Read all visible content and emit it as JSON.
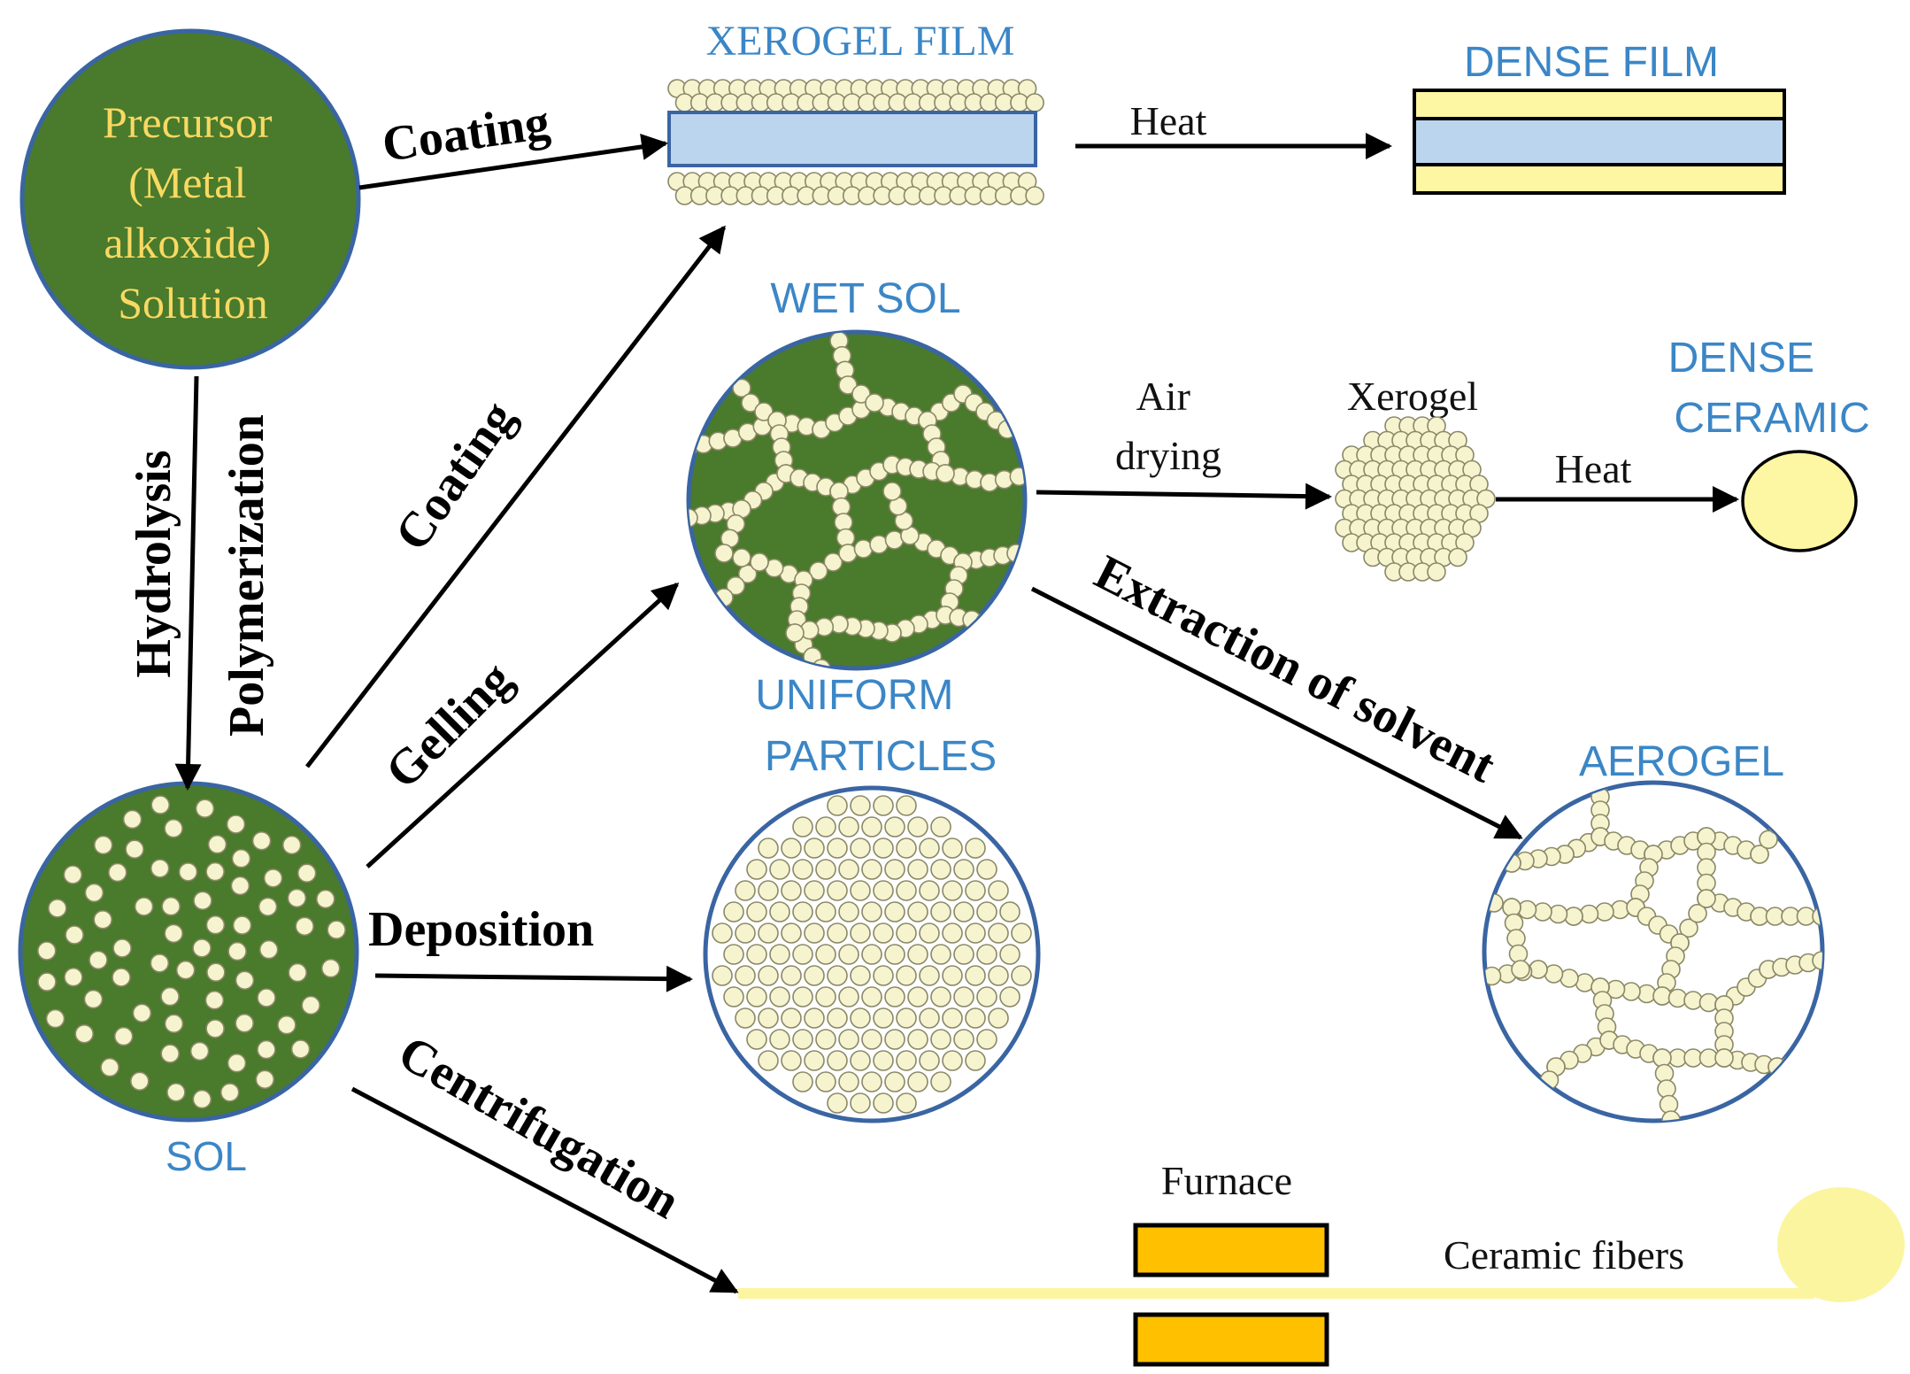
{
  "title_color": "#3b86c6",
  "colors": {
    "solution_fill": "#4a7a2c",
    "circle_border": "#3a65a3",
    "bead_fill": "#f6f3cf",
    "film_substrate": "#bcd5ee",
    "dense_film_layer": "#fdf6a2",
    "dense_ceramic": "#fdf6a2",
    "fiber": "#fbf5a0",
    "furnace": "#ffc000"
  },
  "nodes": {
    "precursor": [
      "Precursor",
      "(Metal",
      "alkoxide)",
      "Solution"
    ],
    "sol": "SOL",
    "xerogel_film": "XEROGEL FILM",
    "dense_film": "DENSE FILM",
    "wet_sol": "WET SOL",
    "xerogel": "Xerogel",
    "dense_ceramic": [
      "DENSE",
      "CERAMIC"
    ],
    "uniform_particles": [
      "UNIFORM",
      "PARTICLES"
    ],
    "aerogel": "AEROGEL",
    "furnace": "Furnace",
    "ceramic_fibers": "Ceramic fibers"
  },
  "edges": {
    "coating_top": "Coating",
    "heat_film": "Heat",
    "hydrolysis": "Hydrolysis",
    "polymerization": "Polymerization",
    "coating_diag": "Coating",
    "gelling": "Gelling",
    "air_drying": [
      "Air",
      "drying"
    ],
    "heat_ceramic": "Heat",
    "extraction": "Extraction of solvent",
    "deposition": "Deposition",
    "centrifugation": "Centrifugation"
  }
}
